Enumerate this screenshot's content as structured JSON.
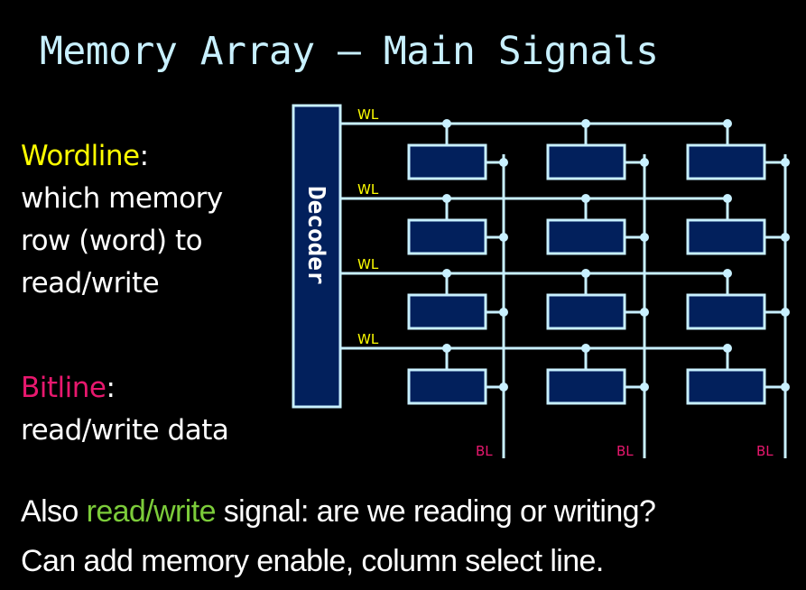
{
  "title": "Memory Array – Main Signals",
  "wordline_note": {
    "term": "Wordline",
    "colon": ":",
    "lines": [
      "which memory",
      "row (word) to",
      "read/write"
    ]
  },
  "bitline_note": {
    "term": "Bitline",
    "colon": ":",
    "lines": [
      "read/write data"
    ]
  },
  "bottom_lines": {
    "line1_prefix": "Also ",
    "line1_highlight": "read/write",
    "line1_suffix": " signal: are we reading or writing?",
    "line2": "Can add memory enable, column select line."
  },
  "diagram": {
    "decoder_label": "Decoder",
    "wordline_labels": [
      "WL",
      "WL",
      "WL",
      "WL"
    ],
    "bitline_labels": [
      "BL",
      "BL",
      "BL"
    ],
    "rows": 4,
    "cols": 3
  },
  "colors": {
    "background": "#000000",
    "title": "#c8f0ff",
    "wire": "#c8f0ff",
    "cell_fill": "#02205c",
    "wordline_accent": "#ffff00",
    "bitline_accent": "#e8186e",
    "readwrite_accent": "#7ccc3a"
  }
}
